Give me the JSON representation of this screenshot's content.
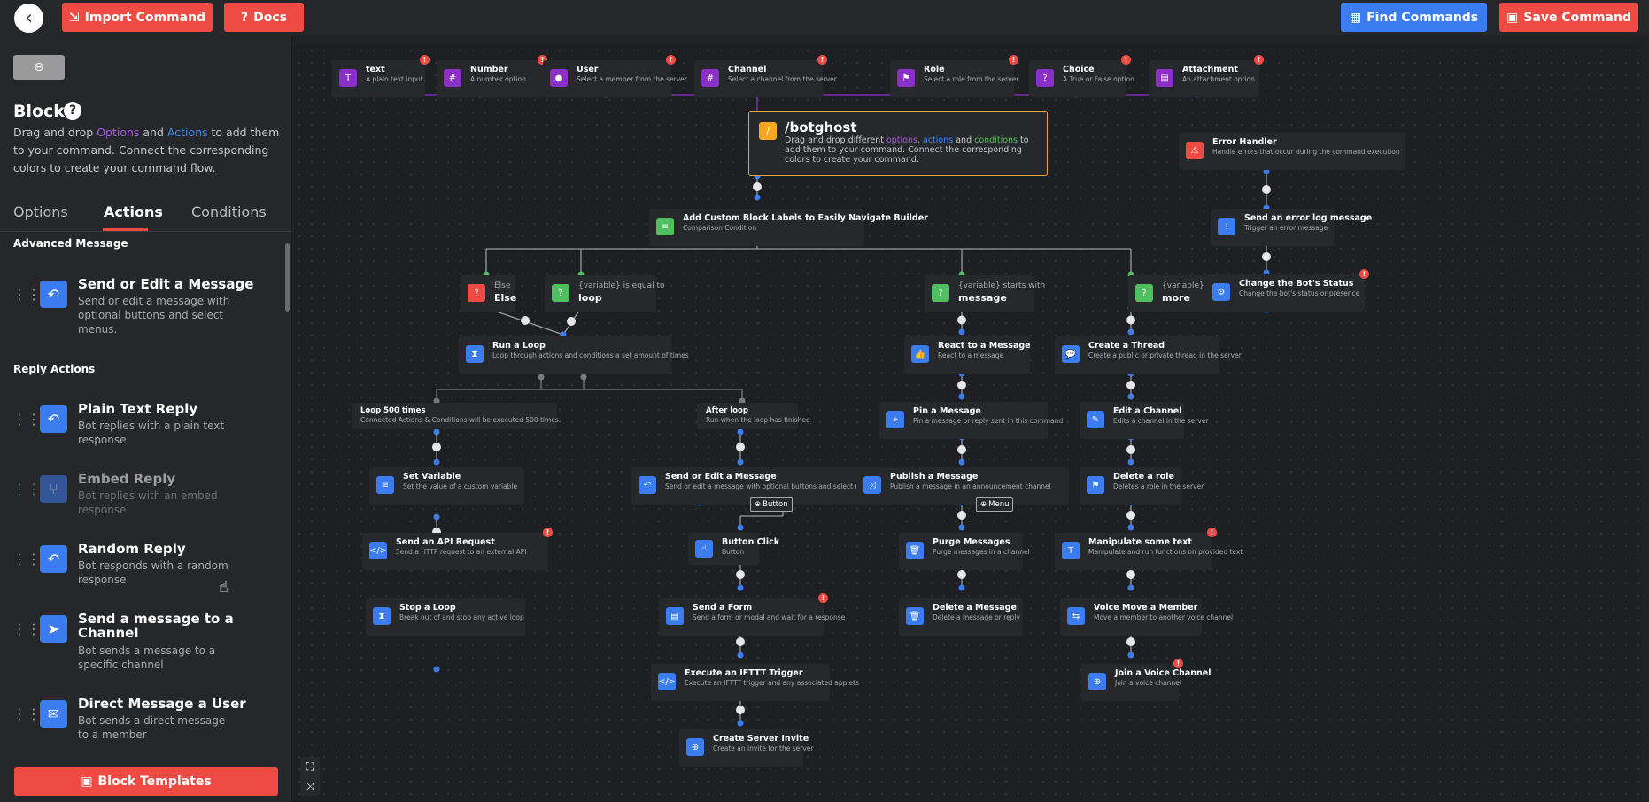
{
  "topbar": {
    "back_icon": "arrow-left-icon",
    "import_label": "Import Command",
    "docs_label": "Docs",
    "find_label": "Find Commands",
    "save_label": "Save Command"
  },
  "sidebar": {
    "collapse_icon": "minus-circle-icon",
    "title": "Blocks",
    "desc_1": "Drag and drop ",
    "desc_options": "Options",
    "desc_2": " and ",
    "desc_actions": "Actions",
    "desc_3": " to add them to your command. Connect the corresponding colors to create your command flow.",
    "tabs": [
      "Options",
      "Actions",
      "Conditions"
    ],
    "active_tab": "Actions",
    "section_advanced": "Advanced Message",
    "section_reply": "Reply Actions",
    "items": [
      {
        "title": "Send or Edit a Message",
        "desc": "Send or edit a message with optional buttons and select menus.",
        "icon": "reply-icon"
      },
      {
        "title": "Plain Text Reply",
        "desc": "Bot replies with a plain text response",
        "icon": "reply-icon"
      },
      {
        "title": "Embed Reply",
        "desc": "Bot replies with an embed response",
        "icon": "branch-icon"
      },
      {
        "title": "Random Reply",
        "desc": "Bot responds with a random response",
        "icon": "reply-all-icon"
      },
      {
        "title": "Send a message to a Channel",
        "desc": "Bot sends a message to a specific channel",
        "icon": "paper-plane-icon"
      },
      {
        "title": "Direct Message a User",
        "desc": "Bot sends a direct message to a member",
        "icon": "envelope-icon"
      }
    ],
    "templates_label": "Block Templates"
  },
  "canvas": {
    "options": [
      {
        "title": "text",
        "desc": "A plain text input"
      },
      {
        "title": "Number",
        "desc": "A number option"
      },
      {
        "title": "User",
        "desc": "Select a member from the server"
      },
      {
        "title": "Channel",
        "desc": "Select a channel from the server"
      },
      {
        "title": "Role",
        "desc": "Select a role from the server"
      },
      {
        "title": "Choice",
        "desc": "A True or False option"
      },
      {
        "title": "Attachment",
        "desc": "An attachment option"
      }
    ],
    "root": {
      "title": "/botghost",
      "d1": "Drag and drop different ",
      "d_options": "options",
      "d2": ", ",
      "d_actions": "actions",
      "d3": " and ",
      "d_conditions": "conditions",
      "d4": " to add them to your command. Connect the corresponding colors to create your command."
    },
    "label_node": {
      "title": "Add Custom Block Labels to Easily Navigate Builder",
      "desc": "Comparison Condition"
    },
    "conditions": [
      {
        "top": "Else",
        "main": "Else"
      },
      {
        "top": "{variable} is equal to",
        "main": "loop"
      },
      {
        "top": "{variable} starts with",
        "main": "message"
      },
      {
        "top": "{variable} contains",
        "main": "more"
      }
    ],
    "run_loop": {
      "title": "Run a Loop",
      "desc": "Loop through actions and conditions a set amount of times"
    },
    "loop_500": {
      "title": "Loop 500 times",
      "desc": "Connected Actions & Conditions will be executed 500 times."
    },
    "after_loop": {
      "title": "After loop",
      "desc": "Run when the loop has finished"
    },
    "actions_left": [
      {
        "title": "Set Variable",
        "desc": "Set the value of a custom variable"
      },
      {
        "title": "Send an API Request",
        "desc": "Send a HTTP request to an external API"
      },
      {
        "title": "Stop a Loop",
        "desc": "Break out of and stop any active loop"
      }
    ],
    "actions_mid": [
      {
        "title": "Send or Edit a Message",
        "desc": "Send or edit a message with optional buttons and select menus."
      },
      {
        "title": "Button Click",
        "desc": "Button"
      },
      {
        "title": "Send a Form",
        "desc": "Send a form or modal and wait for a response"
      },
      {
        "title": "Execute an IFTTT Trigger",
        "desc": "Execute an IFTTT trigger and any associated applets"
      },
      {
        "title": "Create Server Invite",
        "desc": "Create an invite for the server"
      }
    ],
    "button_pill": "Button",
    "menu_pill": "Menu",
    "actions_c3": [
      {
        "title": "React to a Message",
        "desc": "React to a message"
      },
      {
        "title": "Pin a Message",
        "desc": "Pin a message or reply sent in this command"
      },
      {
        "title": "Publish a Message",
        "desc": "Publish a message in an announcement channel"
      },
      {
        "title": "Purge Messages",
        "desc": "Purge messages in a channel"
      },
      {
        "title": "Delete a Message",
        "desc": "Delete a message or reply"
      }
    ],
    "actions_c4": [
      {
        "title": "Create a Thread",
        "desc": "Create a public or private thread in the server"
      },
      {
        "title": "Edit a Channel",
        "desc": "Edits a channel in the server"
      },
      {
        "title": "Delete a role",
        "desc": "Deletes a role in the server"
      },
      {
        "title": "Manipulate some text",
        "desc": "Manipulate and run functions on provided text"
      },
      {
        "title": "Voice Move a Member",
        "desc": "Move a member to another voice channel"
      },
      {
        "title": "Join a Voice Channel",
        "desc": "Join a voice channel"
      }
    ],
    "error_handler": [
      {
        "title": "Error Handler",
        "desc": "Handle errors that occur during the command execution"
      },
      {
        "title": "Send an error log message",
        "desc": "Trigger an error message"
      },
      {
        "title": "Change the Bot's Status",
        "desc": "Change the bot's status or presence"
      }
    ]
  },
  "colors": {
    "accent_red": "#ee4b45",
    "accent_blue": "#3b7cf0",
    "option_purple": "#8b2fc9",
    "root_border": "#e1a931"
  }
}
